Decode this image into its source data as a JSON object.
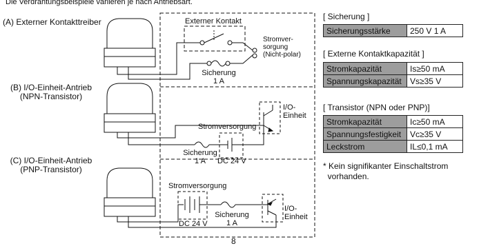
{
  "header": {
    "note": "Die Verdrahtungsbeispiele variieren je nach Antriebsart."
  },
  "diagrams": {
    "a": {
      "label": "(A) Externer Kontakttreiber",
      "contact_label": "Externer Kontakt",
      "supply_label": "Stromver-\nsorgung\n(Nicht-polar)",
      "fuse_label": "Sicherung\n1 A"
    },
    "b": {
      "label": "(B) I/O-Einheit-Antrieb\n(NPN-Transistor)",
      "supply_label": "Stromversorgung",
      "io_label": "I/O-\nEinheit",
      "fuse_label": "Sicherung\n1 A",
      "dc_label": "DC 24 V"
    },
    "c": {
      "label": "(C) I/O-Einheit-Antrieb\n(PNP-Transistor)",
      "supply_label": "Stromversorgung",
      "io_label": "I/O-\nEinheit",
      "fuse_label": "Sicherung\n1 A",
      "dc_label": "DC 24 V"
    }
  },
  "tables": {
    "fuse": {
      "title": "[ Sicherung ]",
      "rows": [
        {
          "key": "Sicherungsstärke",
          "value": "250 V 1 A"
        }
      ]
    },
    "contact": {
      "title": "[ Externe Kontaktkapazität ]",
      "rows": [
        {
          "key": "Stromkapazität",
          "value": "Is≥50 mA"
        },
        {
          "key": "Spannungskapazität",
          "value": "Vs≥35 V"
        }
      ]
    },
    "transistor": {
      "title": "[ Transistor (NPN oder PNP)]",
      "rows": [
        {
          "key": "Stromkapazität",
          "value": "Ic≥50 mA"
        },
        {
          "key": "Spannungsfestigkeit",
          "value": "Vc≥35 V"
        },
        {
          "key": "Leckstrom",
          "value": "IL≤0,1 mA"
        }
      ]
    },
    "footnote": "* Kein signifikanter Einschaltstrom\n  vorhanden."
  },
  "page_number": "8"
}
